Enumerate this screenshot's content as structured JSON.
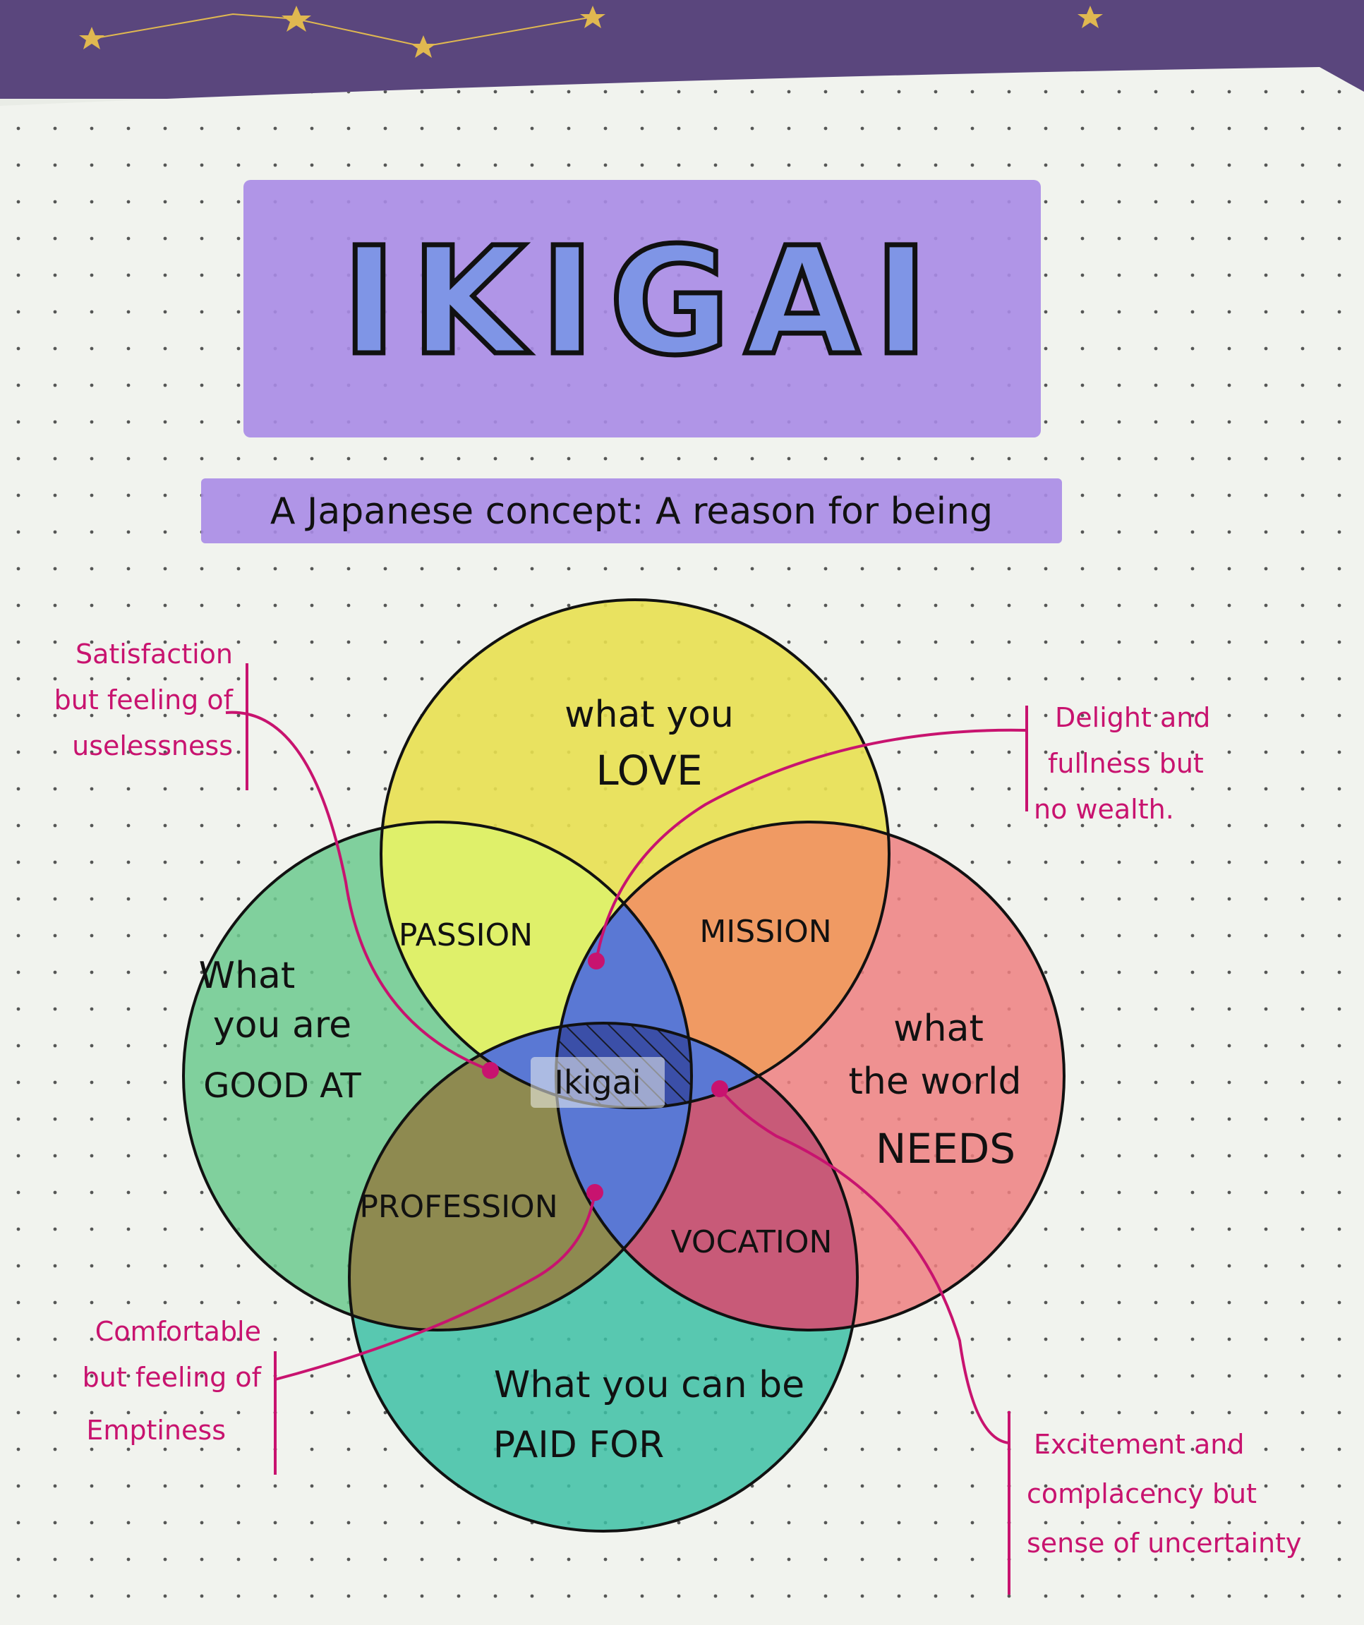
{
  "title": "IKIGAI",
  "subtitle": "A Japanese concept: A reason for being",
  "circles": {
    "love": {
      "line1": "what you",
      "line2": "LOVE",
      "color": "#e8e050"
    },
    "good_at": {
      "line1": "What",
      "line2": "you are",
      "line3": "GOOD AT",
      "color": "#6cc98e"
    },
    "world_needs": {
      "line1": "what",
      "line2": "the world",
      "line3": "NEEDS",
      "color": "#ee7f80"
    },
    "paid_for": {
      "line1": "What you can be",
      "line2": "PAID FOR",
      "color": "#3dbfa5"
    }
  },
  "overlaps": {
    "passion": "PASSION",
    "mission": "MISSION",
    "profession": "PROFESSION",
    "vocation": "VOCATION",
    "center": "Ikigai"
  },
  "notes": {
    "top_left": [
      "Satisfaction",
      "but feeling of",
      "uselessness"
    ],
    "top_right": [
      "Delight and",
      "fullness but",
      "no wealth."
    ],
    "bottom_left": [
      "Comfortable",
      "but feeling of",
      "Emptiness"
    ],
    "bottom_right": [
      "Excitement and",
      "complacency but",
      "sense of uncertainty"
    ]
  },
  "colors": {
    "banner": "#a98be6",
    "ink_accent": "#c8136f",
    "overlap_blue": "#5a78d4",
    "passion_fill": "#dff06a",
    "mission_fill": "#f09a63",
    "profession_fill": "#8e8a50",
    "vocation_fill": "#c85a78"
  }
}
